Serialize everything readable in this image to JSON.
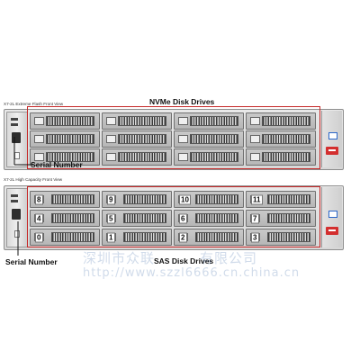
{
  "labels": {
    "nvme_drives": "NVMe Disk Drives",
    "sas_drives": "SAS Disk Drives",
    "serial_number_top": "Serial Number",
    "serial_number_bottom": "Serial Number",
    "view_top": "X7-2L Extreme Flash Front View",
    "view_bottom": "X7-2L High Capacity Front View"
  },
  "bottom_drive_numbers": [
    "8",
    "9",
    "10",
    "11",
    "4",
    "5",
    "6",
    "7",
    "0",
    "1",
    "2",
    "3"
  ],
  "watermark": {
    "line1": "深圳市众联",
    "line2": "有限公司",
    "line3": "http://www.szzl6666.cn.china.cn"
  },
  "colors": {
    "highlight": "#c62828",
    "badge": "#d32f2f",
    "status_icon": "#2a66c9"
  }
}
